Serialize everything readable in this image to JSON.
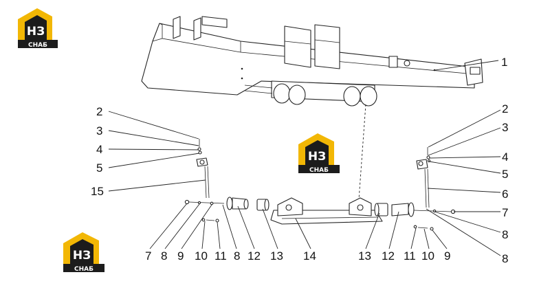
{
  "logo": {
    "top_text": "НЗ",
    "bottom_text": "СНАБ",
    "color_yellow": "#f2b705",
    "color_dark": "#1c1c1c"
  },
  "callouts": {
    "c1": "1",
    "c2l": "2",
    "c3l": "3",
    "c4l": "4",
    "c5l": "5",
    "c15": "15",
    "c2r": "2",
    "c3r": "3",
    "c4r": "4",
    "c5r": "5",
    "c6": "6",
    "c7r": "7",
    "c8r1": "8",
    "c8r2": "8",
    "b7": "7",
    "b8": "8",
    "b9": "9",
    "b10": "10",
    "b11": "11",
    "b8b": "8",
    "b12": "12",
    "b13": "13",
    "b14": "14",
    "r13": "13",
    "r12": "12",
    "r11": "11",
    "r10": "10",
    "r9": "9"
  }
}
